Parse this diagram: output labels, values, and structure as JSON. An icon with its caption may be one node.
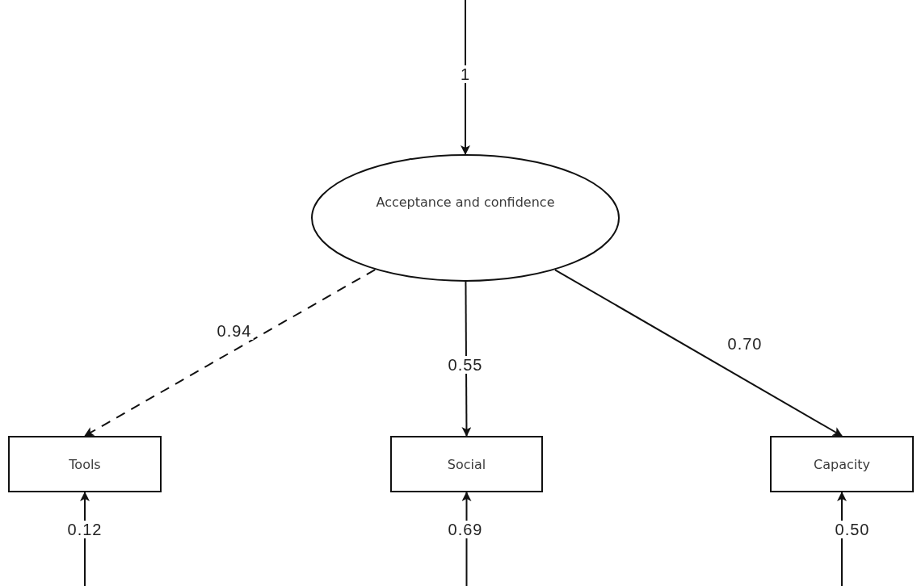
{
  "diagram": {
    "nodes": [
      {
        "text": [
          "Acceptance and confidence"
        ]
      },
      {
        "text": [
          "Tools"
        ]
      },
      {
        "text": [
          "Social"
        ]
      },
      {
        "text": [
          "Capacity"
        ]
      }
    ],
    "edges": [
      {
        "from": null,
        "to": 0,
        "arrow": "to",
        "label": "1"
      },
      {
        "from": 0,
        "to": 1,
        "arrow": "to",
        "label": "0.94",
        "style": "dashed"
      },
      {
        "from": 0,
        "to": 2,
        "arrow": "to",
        "label": "0.55"
      },
      {
        "from": 0,
        "to": 3,
        "arrow": "to",
        "label": "0.70"
      },
      {
        "from": null,
        "to": 1,
        "arrow": "to",
        "label": "0.12"
      },
      {
        "from": null,
        "to": 2,
        "arrow": "to",
        "label": "0.69"
      },
      {
        "from": null,
        "to": 3,
        "arrow": "to",
        "label": "0.50"
      }
    ]
  }
}
